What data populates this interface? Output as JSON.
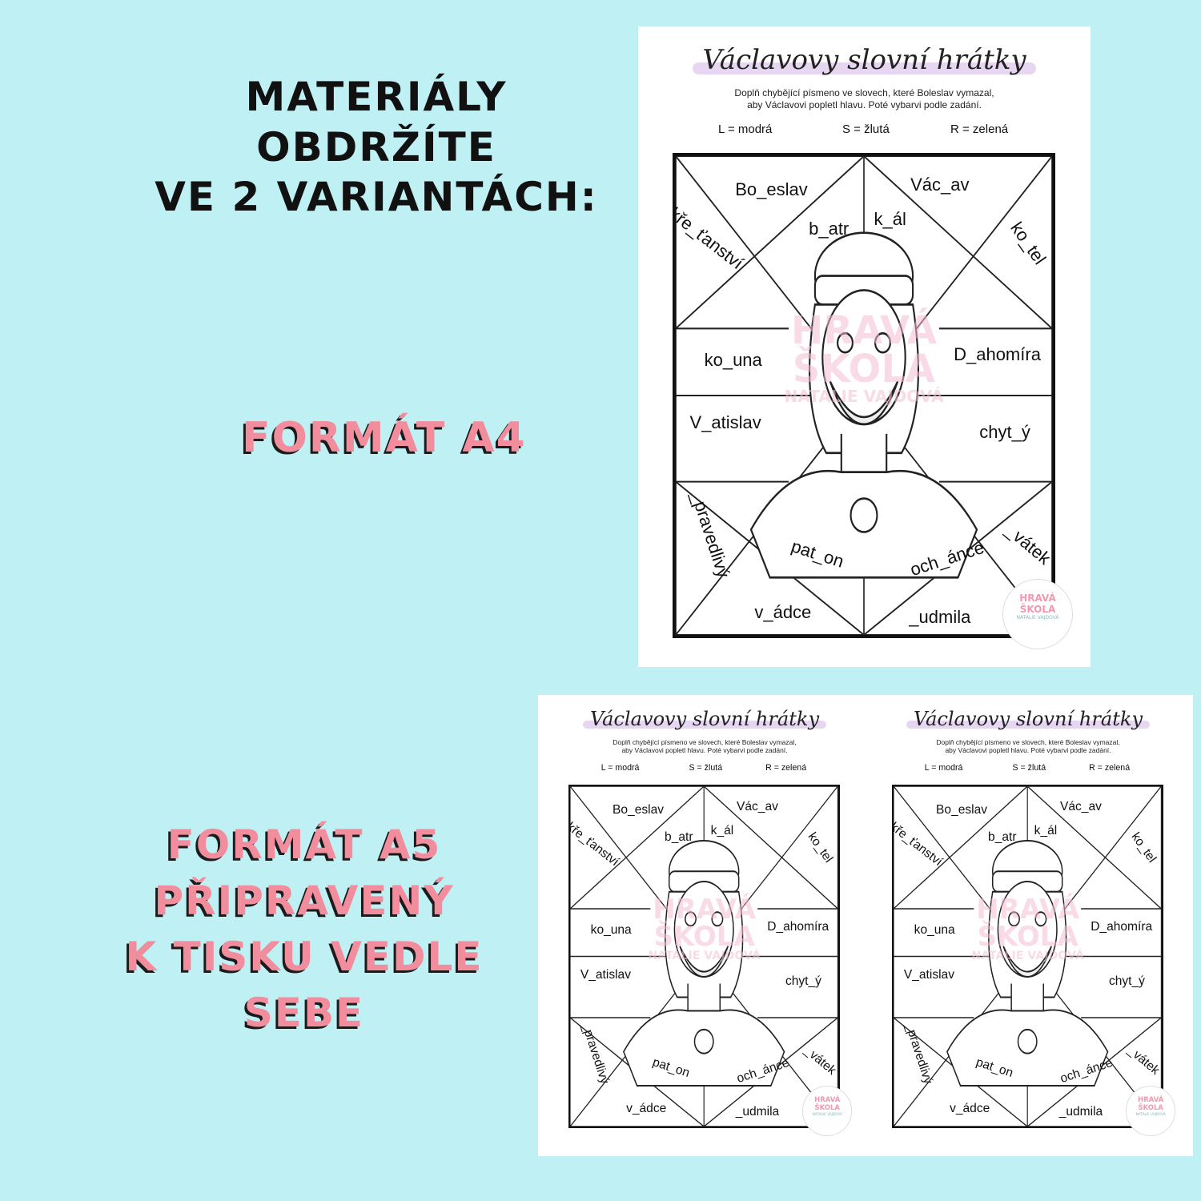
{
  "promo": {
    "intro_lines": [
      "MATERIÁLY",
      "OBDRŽÍTE",
      "VE 2 VARIANTÁCH:"
    ],
    "a4_label": "FORMÁT A4",
    "a5_lines": [
      "FORMÁT A5",
      "PŘIPRAVENÝ",
      "K TISKU VEDLE",
      "SEBE"
    ],
    "accent_color": "#f28d9e",
    "background_color": "#bff0f4"
  },
  "worksheet": {
    "title": "Václavovy slovní hrátky",
    "instruction_lines": [
      "Doplň chybějící písmeno ve slovech, které Boleslav vymazal,",
      "aby Václavovi popletl hlavu. Poté vybarvi podle zadání."
    ],
    "legend": [
      "L =  modrá",
      "S = žlutá",
      "R =  zelená"
    ],
    "words": {
      "boleslav": "Bo_eslav",
      "vaclav": "Vác_av",
      "krestanstvi": "kře_ťanství",
      "batr": "b_atr",
      "kral": "k_ál",
      "kostel": "ko_tel",
      "koruna": "ko_una",
      "drahomira": "D_ahomíra",
      "vratislav": "V_atislav",
      "chytry": "chyt_ý",
      "spravedlivy": "_pravedlivý",
      "patron": "pat_on",
      "ochrance": "och_ánce",
      "svatek": "_vátek",
      "vladce": "v_ádce",
      "ludmila": "_udmila"
    },
    "watermark_lines": [
      "HRAVÁ",
      "ŠKOLA",
      "NATÁLIE VAJDOVÁ"
    ],
    "logo_lines": [
      "HRAVÁ",
      "ŠKOLA",
      "NATÁLIE VAJDOVÁ"
    ],
    "illustration": "king-portrait"
  }
}
